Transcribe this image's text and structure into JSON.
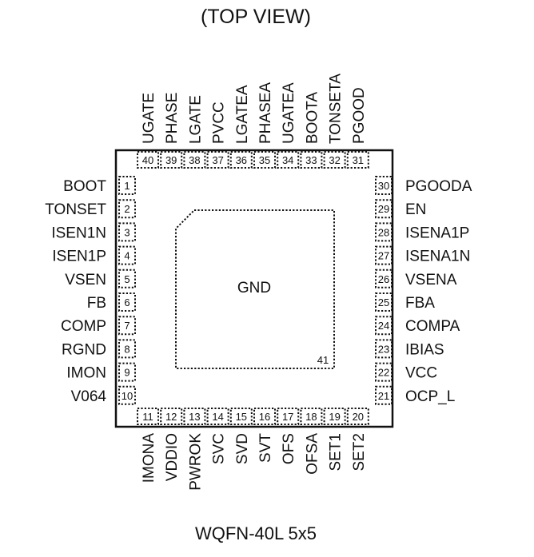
{
  "title": "(TOP VIEW)",
  "package": "WQFN-40L  5x5",
  "exposed_pad": {
    "label": "GND",
    "number": "41"
  },
  "pins": {
    "left": [
      [
        "1",
        "BOOT"
      ],
      [
        "2",
        "TONSET"
      ],
      [
        "3",
        "ISEN1N"
      ],
      [
        "4",
        "ISEN1P"
      ],
      [
        "5",
        "VSEN"
      ],
      [
        "6",
        "FB"
      ],
      [
        "7",
        "COMP"
      ],
      [
        "8",
        "RGND"
      ],
      [
        "9",
        "IMON"
      ],
      [
        "10",
        "V064"
      ]
    ],
    "right": [
      [
        "30",
        "PGOODA"
      ],
      [
        "29",
        "EN"
      ],
      [
        "28",
        "ISENA1P"
      ],
      [
        "27",
        "ISENA1N"
      ],
      [
        "26",
        "VSENA"
      ],
      [
        "25",
        "FBA"
      ],
      [
        "24",
        "COMPA"
      ],
      [
        "23",
        "IBIAS"
      ],
      [
        "22",
        "VCC"
      ],
      [
        "21",
        "OCP_L"
      ]
    ],
    "top": [
      [
        "40",
        "UGATE"
      ],
      [
        "39",
        "PHASE"
      ],
      [
        "38",
        "LGATE"
      ],
      [
        "37",
        "PVCC"
      ],
      [
        "36",
        "LGATEA"
      ],
      [
        "35",
        "PHASEA"
      ],
      [
        "34",
        "UGATEA"
      ],
      [
        "33",
        "BOOTA"
      ],
      [
        "32",
        "TONSETA"
      ],
      [
        "31",
        "PGOOD"
      ]
    ],
    "bottom": [
      [
        "11",
        "IMONA"
      ],
      [
        "12",
        "VDDIO"
      ],
      [
        "13",
        "PWROK"
      ],
      [
        "14",
        "SVC"
      ],
      [
        "15",
        "SVD"
      ],
      [
        "16",
        "SVT"
      ],
      [
        "17",
        "OFS"
      ],
      [
        "18",
        "OFSA"
      ],
      [
        "19",
        "SET1"
      ],
      [
        "20",
        "SET2"
      ]
    ]
  }
}
